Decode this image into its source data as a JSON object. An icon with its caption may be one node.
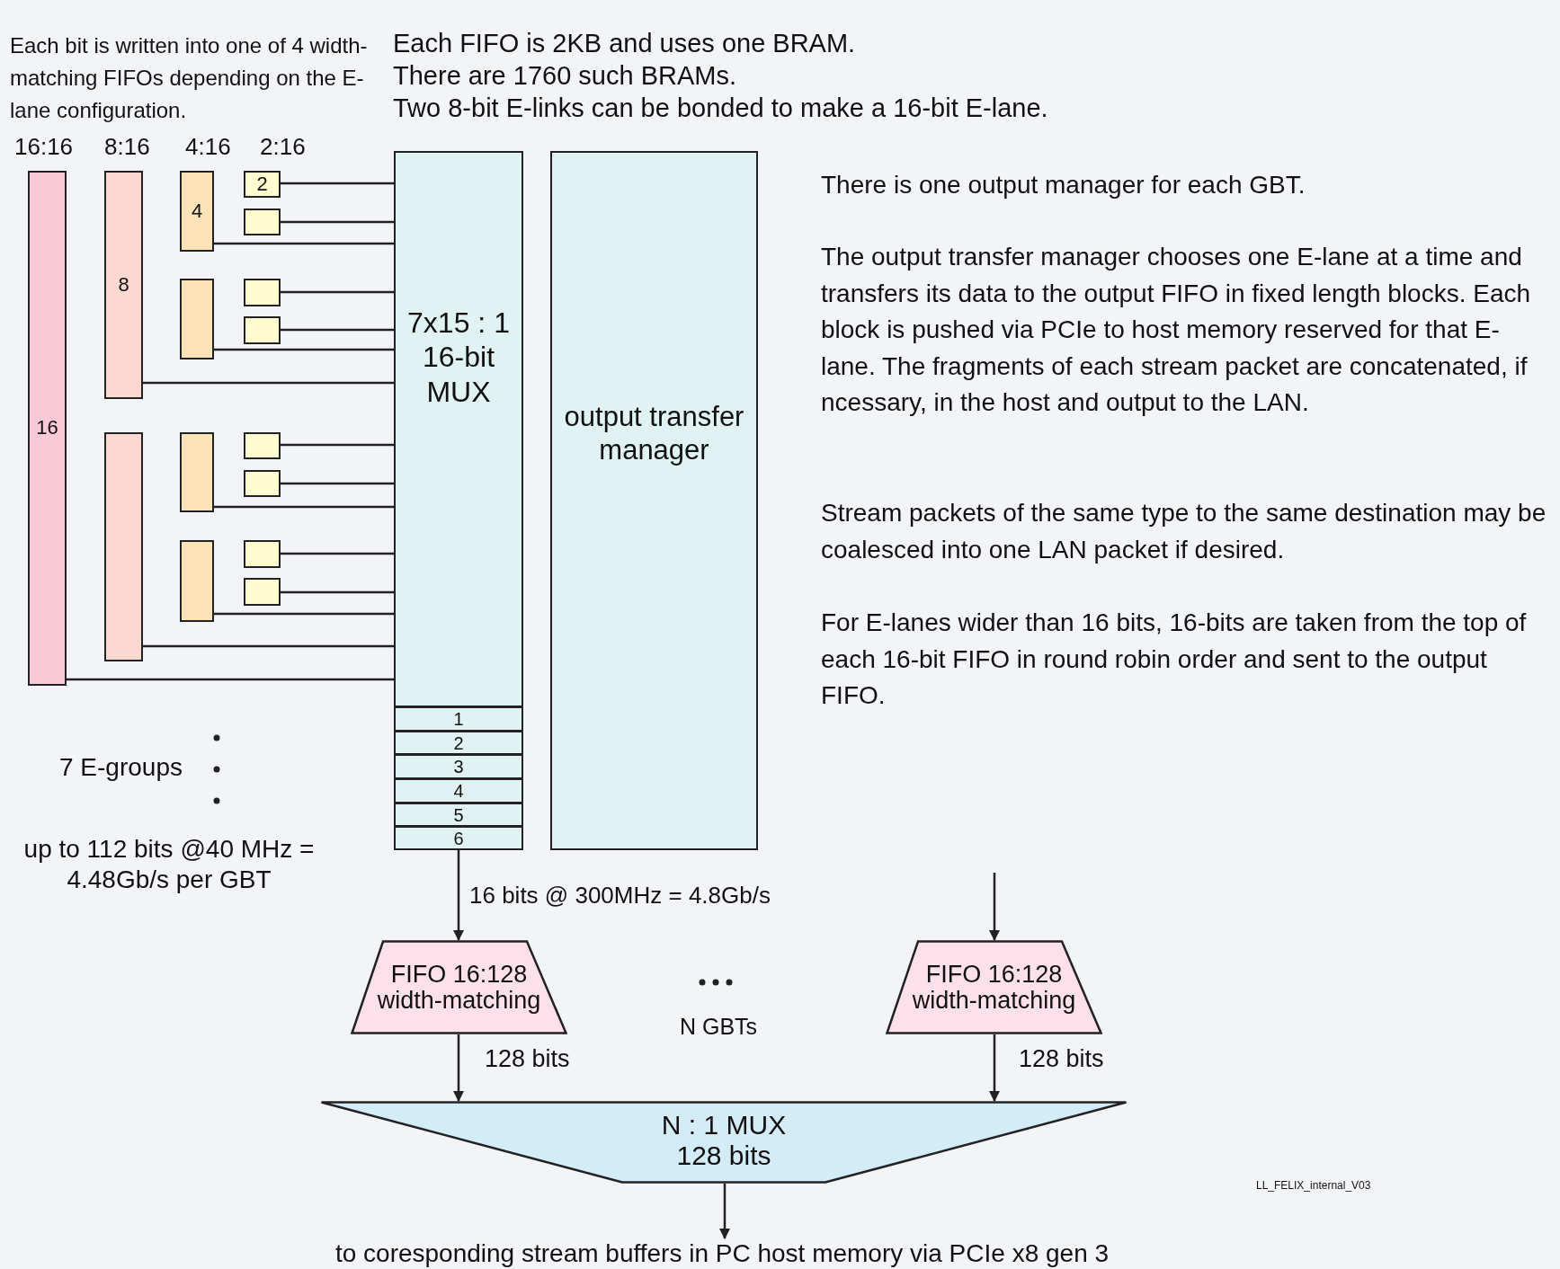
{
  "diagram": {
    "nodes": [
      {
        "text": [
          "16"
        ]
      },
      {
        "text": [
          "8"
        ]
      },
      {
        "text": [],
        "shape": "box"
      },
      {
        "text": [
          "4"
        ]
      },
      {
        "text": [],
        "shape": "box"
      },
      {
        "text": [],
        "shape": "box"
      },
      {
        "text": [],
        "shape": "box"
      },
      {
        "text": [
          "2"
        ]
      },
      {
        "text": [],
        "shape": "box"
      },
      {
        "text": [],
        "shape": "box"
      },
      {
        "text": [],
        "shape": "box"
      },
      {
        "text": [],
        "shape": "box"
      },
      {
        "text": [],
        "shape": "box"
      },
      {
        "text": [],
        "shape": "box"
      },
      {
        "text": [],
        "shape": "box"
      },
      {
        "text": [
          "7x15 : 1 16-bit MUX"
        ]
      },
      {
        "text": [
          "1"
        ]
      },
      {
        "text": [
          "2"
        ]
      },
      {
        "text": [
          "3"
        ]
      },
      {
        "text": [
          "4"
        ]
      },
      {
        "text": [
          "5"
        ]
      },
      {
        "text": [
          "6"
        ]
      },
      {
        "text": [
          "output transfer manager"
        ]
      },
      {
        "text": [
          "FIFO 16:128 width-matching"
        ]
      },
      {
        "text": [
          "FIFO 16:128 width-matching"
        ]
      },
      {
        "text": [
          "N : 1 MUX 128 bits"
        ]
      },
      {
        "text": [
          "to coresponding stream buffers in PC host memory via PCIe x8 gen 3"
        ]
      }
    ],
    "edges": [
      {
        "from": 0,
        "to": 15,
        "arrow": "none"
      },
      {
        "from": 1,
        "to": 15,
        "arrow": "none"
      },
      {
        "from": 2,
        "to": 15,
        "arrow": "none"
      },
      {
        "from": 3,
        "to": 15,
        "arrow": "none"
      },
      {
        "from": 4,
        "to": 15,
        "arrow": "none"
      },
      {
        "from": 5,
        "to": 15,
        "arrow": "none"
      },
      {
        "from": 6,
        "to": 15,
        "arrow": "none"
      },
      {
        "from": 7,
        "to": 15,
        "arrow": "none"
      },
      {
        "from": 8,
        "to": 15,
        "arrow": "none"
      },
      {
        "from": 9,
        "to": 15,
        "arrow": "none"
      },
      {
        "from": 10,
        "to": 15,
        "arrow": "none"
      },
      {
        "from": 11,
        "to": 15,
        "arrow": "none"
      },
      {
        "from": 12,
        "to": 15,
        "arrow": "none"
      },
      {
        "from": 13,
        "to": 15,
        "arrow": "none"
      },
      {
        "from": 14,
        "to": 15,
        "arrow": "none"
      },
      {
        "from": 21,
        "to": 23,
        "arrow": "to",
        "label": "16 bits @ 300MHz = 4.8Gb/s"
      },
      {
        "from": null,
        "to": 24,
        "arrow": "to"
      },
      {
        "from": 23,
        "to": 25,
        "arrow": "to",
        "label": "128 bits"
      },
      {
        "from": 24,
        "to": 25,
        "arrow": "to",
        "label": "128 bits"
      },
      {
        "from": 25,
        "to": 26,
        "arrow": "to"
      }
    ],
    "labels": [
      "Each bit is written into one of 4 width-matching FIFOs depending on the E-lane configuration.",
      "Each FIFO is 2KB and uses one BRAM.",
      "There are 1760 such BRAMs.",
      "Two 8-bit E-links can be bonded to make a 16-bit E-lane.",
      "16:16",
      "8:16",
      "4:16",
      "2:16",
      "There is one output manager for each GBT.",
      "The output transfer manager chooses one E-lane at a time and transfers its data to the output FIFO in fixed length blocks. Each block is pushed via PCIe to host memory reserved for that E-lane. The fragments of each stream packet are concatenated, if ncessary, in the host and output to the LAN.",
      "Stream packets of the same type to the same destination may be coalesced into one LAN packet if desired.",
      "For E-lanes wider than 16 bits, 16-bits are taken from the top of each 16-bit FIFO in round robin order and sent to the output FIFO.",
      "7 E-groups",
      "up to 112 bits @40 MHz = 4.48Gb/s per GBT",
      "N GBTs",
      "LL_FELIX_internal_V03"
    ]
  }
}
